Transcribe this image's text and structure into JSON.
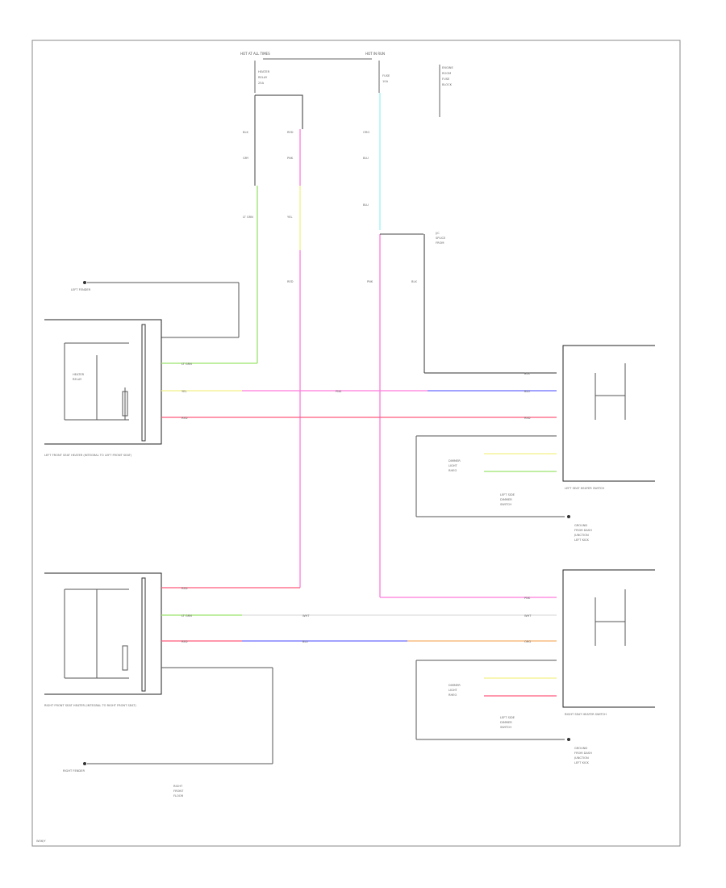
{
  "diagram": {
    "figure_id": "W06/Y",
    "top_left_supply": "HOT AT ALL TIMES",
    "top_right_supply": "HOT IN RUN",
    "top_left_fuse": [
      "HEATER",
      "RELAY",
      "25A"
    ],
    "top_right_fuse": [
      "FUSE",
      "10A"
    ],
    "top_note": [
      "ENGINE",
      "ROOM",
      "FUSE",
      "BLOCK"
    ],
    "splice_label": [
      "J/C",
      "SPLICE",
      "FROM"
    ],
    "left_module_label": "LEFT FRONT SEAT HEATER\n(INTEGRAL TO LEFT FRONT SEAT)",
    "right_module_label": "RIGHT FRONT SEAT HEATER\n(INTEGRAL TO RIGHT FRONT SEAT)",
    "left_switch_label": "LEFT SEAT HEATER SWITCH",
    "right_switch_label": "RIGHT SEAT HEATER SWITCH",
    "ground_left": "LEFT FENDER",
    "ground_right": "RIGHT FENDER",
    "ground_bottom_center": [
      "RIGHT",
      "FRONT",
      "FLOOR"
    ],
    "interior_left": [
      "HEATER",
      "RELAY"
    ],
    "dimmer_left": [
      "DIMMER",
      "LIGHT",
      "RHEO"
    ],
    "dimmer_right": [
      "DIMMER",
      "LIGHT",
      "RHEO"
    ],
    "switch_note_left": [
      "LEFT SIDE",
      "DIMMER",
      "SWITCH"
    ],
    "switch_note_right": [
      "LEFT SIDE",
      "DIMMER",
      "SWITCH"
    ],
    "ground_note_left": [
      "GROUND",
      "FROM DASH",
      "JUNCTION",
      "LEFT KICK"
    ],
    "ground_note_right": [
      "GROUND",
      "FROM DASH",
      "JUNCTION",
      "LEFT KICK"
    ],
    "wire_codes": {
      "w1": "BLK",
      "w2": "PNK",
      "w3": "LT GRN",
      "w4": "YEL",
      "w5": "RED",
      "w6": "BLU",
      "w7": "GRY",
      "w8": "ORG",
      "w9": "WHT"
    },
    "colors": {
      "green": "#9be36b",
      "yellow": "#f2f088",
      "pink": "#ff7bdc",
      "red": "#ff5a7a",
      "blue": "#6b6bff",
      "cyan": "#9ff0f4",
      "orange": "#f7b06b",
      "white_wire": "#dddddd",
      "frame": "#888888"
    }
  }
}
